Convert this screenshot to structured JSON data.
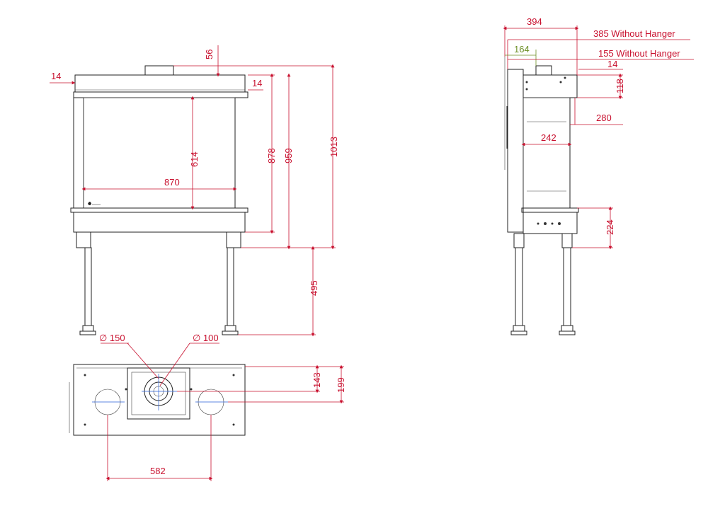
{
  "front_view": {
    "top_flange": "14",
    "top_offset": "56",
    "right_flange": "14",
    "glass_height": "614",
    "glass_width": "870",
    "body_height": "878",
    "height_959": "959",
    "total_height": "1013",
    "leg_height": "495"
  },
  "top_view": {
    "flue_large": "∅ 150",
    "flue_small": "∅ 100",
    "depth_143": "143",
    "depth_199": "199",
    "hole_spacing": "582"
  },
  "side_view": {
    "depth_394": "394",
    "depth_385": "385 Without Hanger",
    "depth_164": "164",
    "depth_155": "155 Without Hanger",
    "top_14": "14",
    "height_118": "118",
    "depth_280": "280",
    "glass_depth": "242",
    "base_height": "224"
  },
  "colors": {
    "dimension": "#c8102e",
    "dimension_alt": "#6b8e23",
    "centerline": "#2a5fd6"
  }
}
